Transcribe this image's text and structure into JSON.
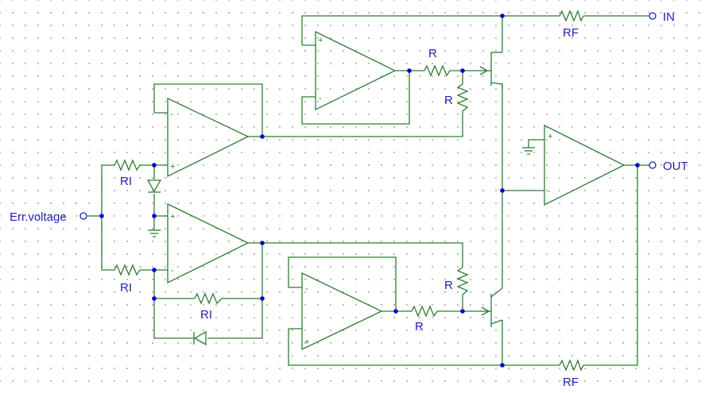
{
  "labels": {
    "in": "IN",
    "out": "OUT",
    "err": "Err.voltage",
    "rf_top": "RF",
    "rf_bottom": "RF",
    "r_top_series": "R",
    "r_top_shunt": "R",
    "r_bottom_shunt": "R",
    "r_bottom_series": "R",
    "ri_top": "RI",
    "ri_bottom": "RI",
    "ri_feedback": "RI"
  },
  "pins": {
    "plus": "+",
    "minus": "-"
  },
  "colors": {
    "wire": "#2e7d32",
    "junction": "#0000cc",
    "label": "#1f1fb4",
    "grid": "#a8a8a8"
  }
}
